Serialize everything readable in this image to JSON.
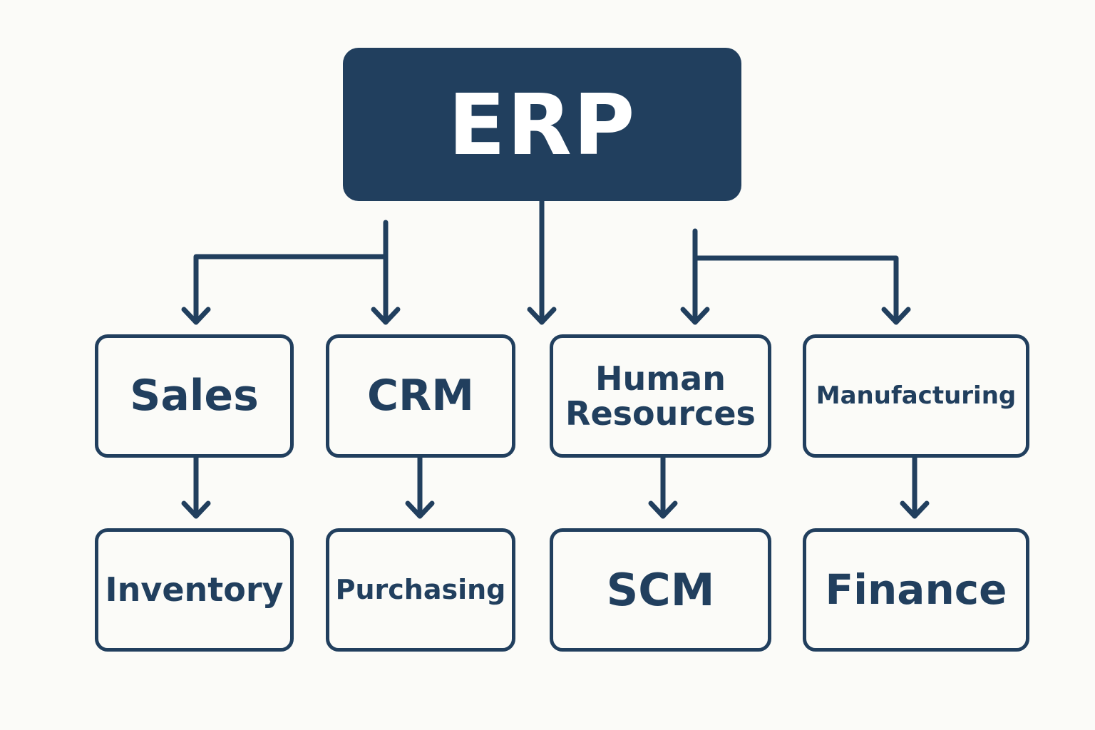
{
  "root": {
    "label": "ERP"
  },
  "colors": {
    "primary": "#213f5e",
    "background": "#fbfbf8",
    "root_text": "#ffffff"
  },
  "modules": [
    {
      "label": "Sales",
      "child": "Inventory"
    },
    {
      "label": "CRM",
      "child": "Purchasing"
    },
    {
      "label": "Human\nResources",
      "child": "SCM"
    },
    {
      "label": "Manufacturing",
      "child": "Finance"
    }
  ],
  "top_row": [
    "Sales",
    "CRM",
    "Human Resources",
    "Manufacturing"
  ],
  "bottom_row": [
    "Inventory",
    "Purchasing",
    "SCM",
    "Finance"
  ]
}
